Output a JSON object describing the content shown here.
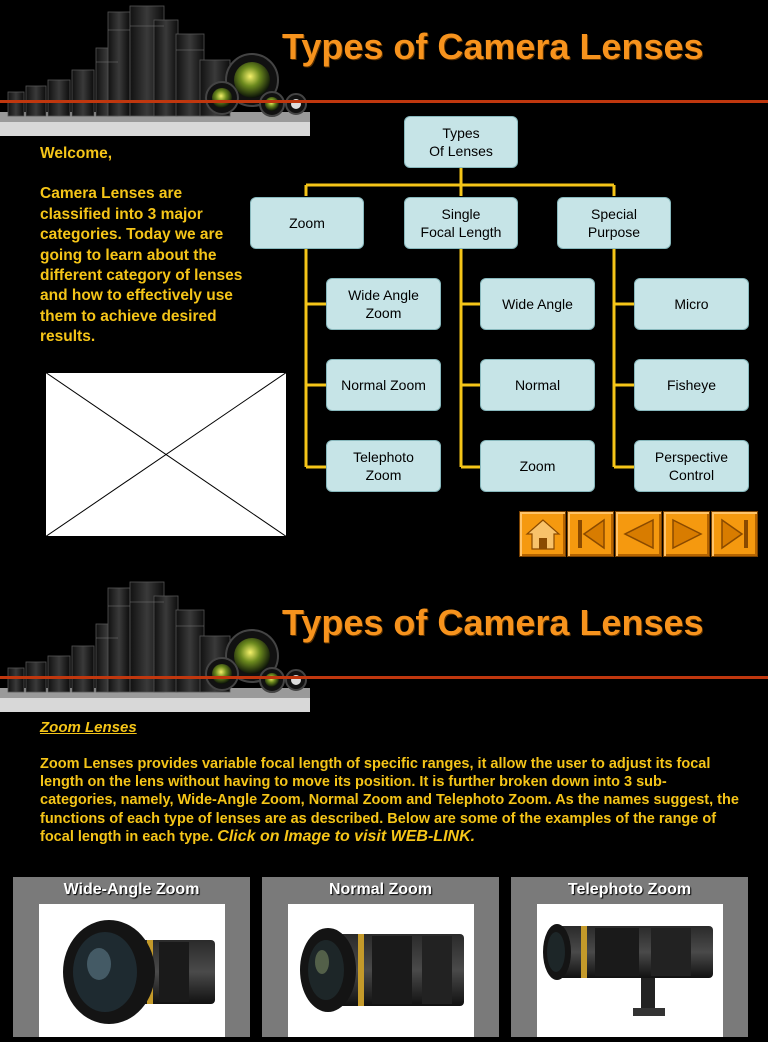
{
  "slide1": {
    "title": "Types of Camera Lenses",
    "intro": {
      "greeting": "Welcome,",
      "paragraph": "Camera Lenses are classified into 3 major categories. Today we are going to learn about the different category of lenses and how to effectively use them to achieve desired results."
    },
    "diagram": {
      "root": [
        "Types",
        "Of Lenses"
      ],
      "categories": [
        {
          "label": [
            "Zoom"
          ],
          "children": [
            [
              "Wide Angle",
              "Zoom"
            ],
            [
              "Normal Zoom"
            ],
            [
              "Telephoto",
              "Zoom"
            ]
          ]
        },
        {
          "label": [
            "Single",
            "Focal Length"
          ],
          "children": [
            [
              "Wide Angle"
            ],
            [
              "Normal"
            ],
            [
              "Zoom"
            ]
          ]
        },
        {
          "label": [
            "Special",
            "Purpose"
          ],
          "children": [
            [
              "Micro"
            ],
            [
              "Fisheye"
            ],
            [
              "Perspective",
              "Control"
            ]
          ]
        }
      ]
    },
    "nav": [
      "home-icon",
      "first-slide-icon",
      "previous-slide-icon",
      "next-slide-icon",
      "last-slide-icon"
    ]
  },
  "slide2": {
    "title": "Types of Camera Lenses",
    "section_heading": "Zoom Lenses",
    "body": "Zoom Lenses provides variable focal length of specific ranges, it allow the user to adjust its focal length on the lens without having to move its position. It is further broken down into 3 sub-categories, namely, Wide-Angle Zoom, Normal Zoom and Telephoto Zoom. As the names suggest, the functions of each type of lenses are as described. Below are some of the examples of the range of focal length in each type. ",
    "cta": "Click on Image to visit WEB-LINK.",
    "cards": [
      {
        "label": "Wide-Angle Zoom"
      },
      {
        "label": "Normal Zoom"
      },
      {
        "label": "Telephoto Zoom"
      }
    ]
  },
  "colors": {
    "background": "#000000",
    "title": "#f7931d",
    "body_text": "#f5c518",
    "rule": "#c0370e",
    "node_fill": "#c6e4e7",
    "connector": "#f5c518",
    "nav_button": "#f5990f"
  }
}
